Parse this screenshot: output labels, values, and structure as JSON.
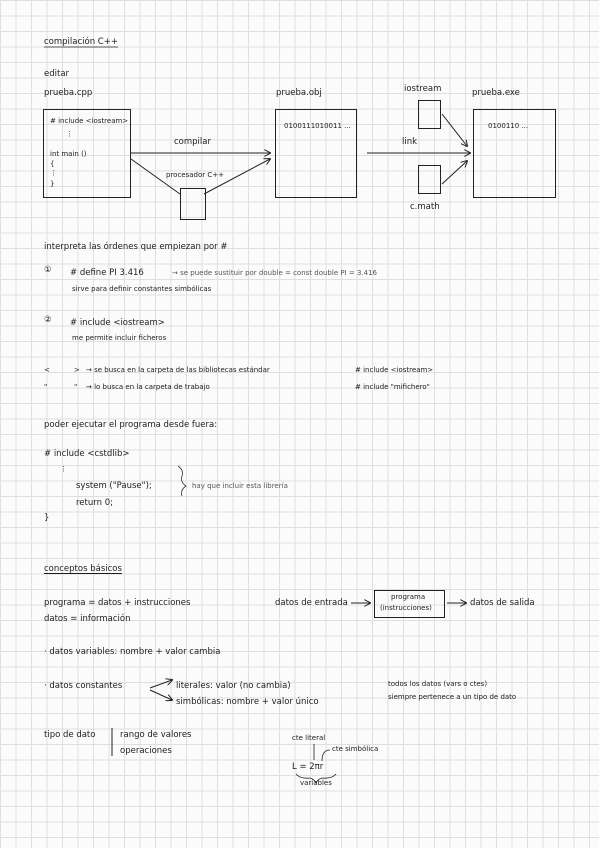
{
  "compilacion": {
    "title": "compilación C++",
    "editar": "editar",
    "cpp_label": "prueba.cpp",
    "code_line1": "# include <iostream>",
    "code_dots": "⋮",
    "code_line2": "int main ()",
    "code_brace_open": "{",
    "code_dots2": "⋮",
    "code_brace_close": "}",
    "compilar": "compilar",
    "procesador": "procesador C++",
    "obj_label": "prueba.obj",
    "obj_content": "0100111010011 ...",
    "link": "link",
    "iostream": "iostream",
    "cmath": "c.math",
    "exe_label": "prueba.exe",
    "exe_content": "0100110 ..."
  },
  "directivas": {
    "intro": "interpreta las órdenes que empiezan por #",
    "n1": "①",
    "define": "# define PI 3.416",
    "define_note": "→ se puede sustituir por double = const double PI = 3.416",
    "define_desc": "sirve para definir constantes simbólicas",
    "n2": "②",
    "include": "# include <iostream>",
    "include_desc": "me permite incluir ficheros",
    "angle_open": "<",
    "angle_close": ">",
    "angle_desc": "→ se busca en la carpeta de las bibliotecas estándar",
    "angle_example": "# include <iostream>",
    "quote_open": "\"",
    "quote_close": "\"",
    "quote_desc": "→ lo busca en la carpeta de trabajo",
    "quote_example": "# include \"mifichero\""
  },
  "ejecutar": {
    "title": "poder ejecutar el programa desde fuera:",
    "include": "# include <cstdlib>",
    "dots": "⋮",
    "system": "system (\"Pause\");",
    "return": "return 0;",
    "brace": "}",
    "note": "hay que incluir esta librería"
  },
  "conceptos": {
    "title": "conceptos básicos",
    "programa": "programa = datos + instrucciones",
    "datos_eq": "datos = información",
    "entrada": "datos de entrada",
    "programa_box1": "programa",
    "programa_box2": "(instrucciones)",
    "salida": "datos de salida",
    "variables": "· datos variables: nombre + valor cambia",
    "constantes": "· datos constantes",
    "literales": "literales: valor (no cambia)",
    "simbolicas": "simbólicas: nombre + valor único",
    "todos1": "todos los datos (vars o ctes)",
    "todos2": "siempre pertenece a un tipo de dato",
    "tipo": "tipo de dato",
    "rango": "rango de valores",
    "operaciones": "operaciones",
    "cte_literal": "cte literal",
    "cte_simbolica": "cte simbólica",
    "formula": "L = 2πr",
    "vars": "variables"
  }
}
